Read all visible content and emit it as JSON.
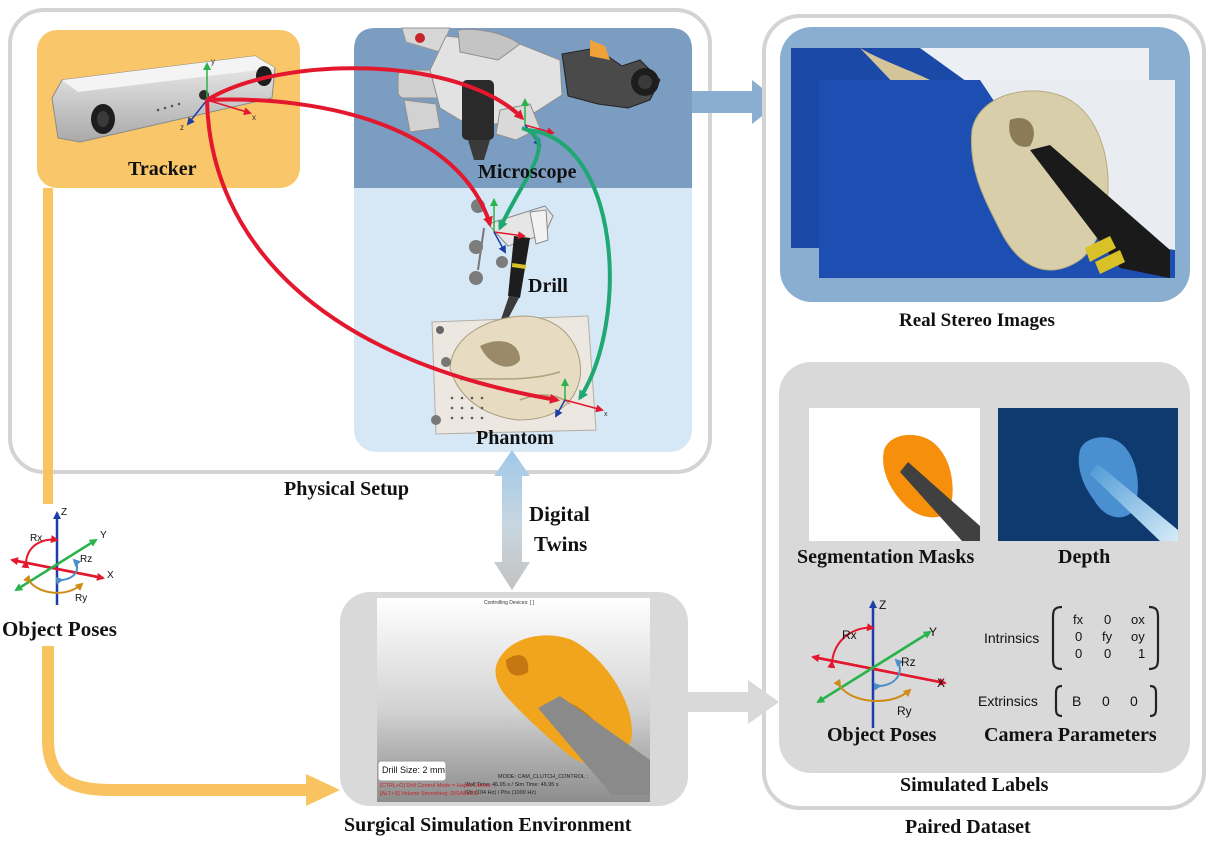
{
  "physical_setup": {
    "title": "Physical Setup",
    "tracker": "Tracker",
    "microscope": "Microscope",
    "drill": "Drill",
    "phantom": "Phantom"
  },
  "object_poses_left": {
    "title": "Object Poses",
    "axes": {
      "z": "Z",
      "y": "Y",
      "x": "X",
      "rx": "Rx",
      "ry": "Ry",
      "rz": "Rz"
    }
  },
  "digital_twins": {
    "line1": "Digital",
    "line2": "Twins"
  },
  "simulation": {
    "title": "Surgical Simulation Environment",
    "header": "Controlling Devices: [ ]",
    "drill_size": "Drill Size: 2 mm",
    "mode": "MODE: CAM_CLUTCH_CONTROL ;",
    "times": "Wall Time: 46.95 s / Sim Time: 46.95 s",
    "rates": "Gfx (104 Hz) / Phx (1000 Hz)",
    "status1": "[CTRL+O] Drill Control Mode = Haptic Device ...",
    "status2": "[ALT+S] Volume Smoothing: DISABLED"
  },
  "real_stereo": {
    "title": "Real Stereo Images"
  },
  "simulated_labels": {
    "title": "Simulated Labels",
    "segmentation": "Segmentation Masks",
    "depth": "Depth",
    "object_poses": "Object Poses",
    "camera_parameters": "Camera Parameters",
    "axes": {
      "z": "Z",
      "y": "Y",
      "x": "X",
      "rx": "Rx",
      "ry": "Ry",
      "rz": "Rz"
    },
    "intrinsics_label": "Intrinsics",
    "extrinsics_label": "Extrinsics",
    "intrinsics_matrix": [
      [
        "fx",
        "0",
        "ox"
      ],
      [
        "0",
        "fy",
        "oy"
      ],
      [
        "0",
        "0",
        "1"
      ]
    ],
    "extrinsics_matrix": [
      "B",
      "0",
      "0"
    ]
  },
  "paired_dataset": {
    "title": "Paired Dataset"
  },
  "colors": {
    "tracker_box": "#f9c66a",
    "microscope_box": "#7b9dc1",
    "phantom_box": "#d6e8f5",
    "stereo_box": "#8aaecf",
    "stereo_scene": "#1a49a8",
    "depth_bg": "#0e3a70",
    "mask_orange": "#f58f0c",
    "tracking_arrow": "#e3172d",
    "microscope_arrow": "#1fa872",
    "flow_arrow": "#f9c45f",
    "gray_panel": "#d9d9d9"
  }
}
